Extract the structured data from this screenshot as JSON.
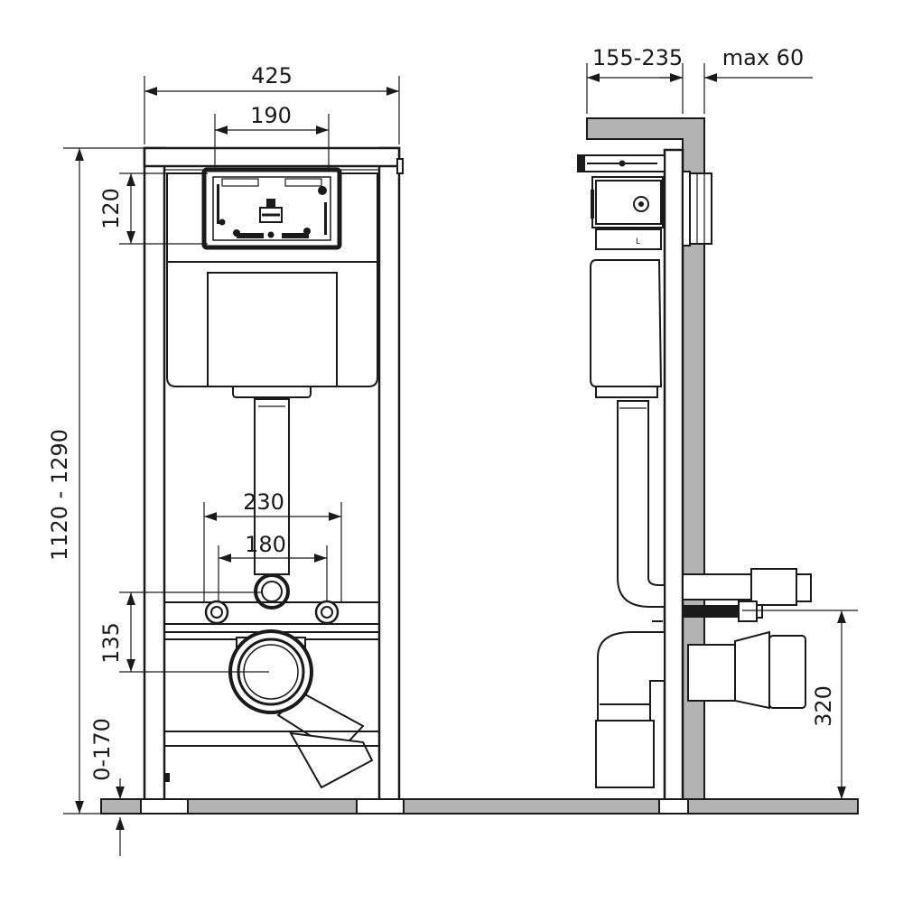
{
  "front_view": {
    "dim_width": "425",
    "dim_button_plate": "190",
    "dim_plate_height": "120",
    "dim_total_height": "1120 - 1290",
    "dim_outer_bolts": "230",
    "dim_inner_bolts": "180",
    "dim_drain_height": "135",
    "dim_leg_adjust": "0-170"
  },
  "side_view": {
    "dim_depth": "155-235",
    "dim_wall_max": "max 60",
    "dim_outlet_height": "320"
  },
  "colors": {
    "line": "#1a1a1a",
    "wall": "#b3b3b3",
    "background": "#ffffff"
  }
}
